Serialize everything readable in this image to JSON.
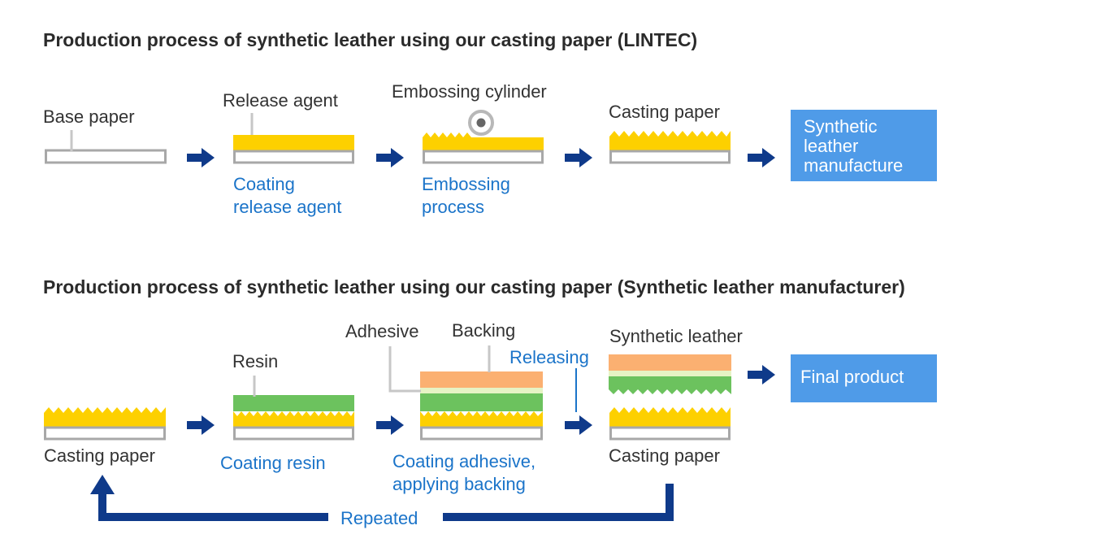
{
  "section1": {
    "title": "Production process of synthetic leather using our casting paper (LINTEC)",
    "labels": {
      "base_paper": "Base paper",
      "release_agent": "Release agent",
      "embossing_cylinder": "Embossing cylinder",
      "casting_paper": "Casting paper"
    },
    "steps": {
      "coating_release_1": "Coating",
      "coating_release_2": "release agent",
      "embossing_1": "Embossing",
      "embossing_2": "process"
    },
    "final_box": [
      "Synthetic",
      "leather",
      "manufacture"
    ]
  },
  "section2": {
    "title": "Production process of synthetic leather using our casting paper (Synthetic leather manufacturer)",
    "labels": {
      "casting_paper_start": "Casting paper",
      "resin": "Resin",
      "adhesive": "Adhesive",
      "backing": "Backing",
      "synthetic_leather": "Synthetic leather",
      "casting_paper_end": "Casting paper"
    },
    "steps": {
      "coating_resin": "Coating resin",
      "coating_adhesive_1": "Coating adhesive,",
      "coating_adhesive_2": "applying backing",
      "releasing": "Releasing",
      "repeated": "Repeated"
    },
    "final_box": "Final product"
  },
  "colors": {
    "release_layer": "#fdd000",
    "resin_layer": "#6cc25e",
    "adhesive_layer": "#e6f3c4",
    "backing_layer": "#fbb071",
    "paper_outline": "#a8a8a8",
    "arrow": "#0f3a8a",
    "box": "#4f9be8",
    "step_text": "#1b74c9"
  }
}
